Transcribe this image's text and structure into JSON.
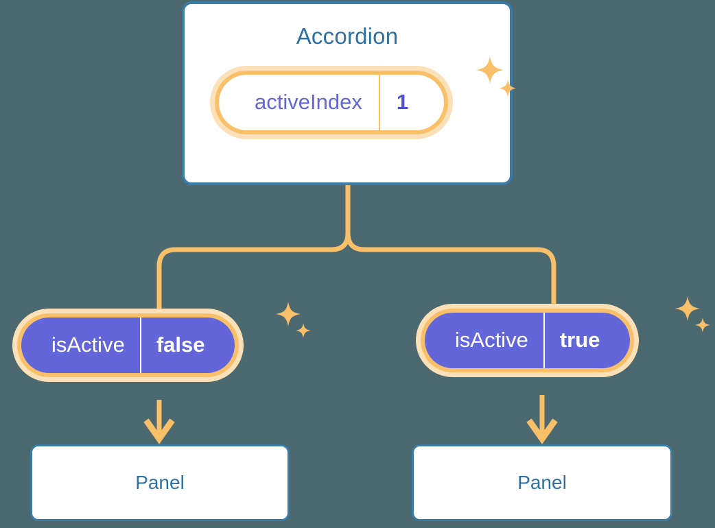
{
  "diagram": {
    "title_present": false,
    "background_color": "#4d6970",
    "accent_orange": "#f9c069",
    "accent_glow": "#fbe0b8",
    "accent_purple": "#6366d8",
    "accent_blue": "#3a7ca8",
    "text_blue": "#2e71a0"
  },
  "root": {
    "component_name": "Accordion",
    "state": {
      "key": "activeIndex",
      "value": "1"
    },
    "sparkle_icon": "sparkles-icon"
  },
  "children": [
    {
      "id": "left",
      "state": {
        "key": "isActive",
        "value": "false"
      },
      "sparkle_icon": "sparkles-icon",
      "arrow_icon": "arrow-down-icon",
      "panel": {
        "label": "Panel"
      }
    },
    {
      "id": "right",
      "state": {
        "key": "isActive",
        "value": "true"
      },
      "sparkle_icon": "sparkles-icon",
      "arrow_icon": "arrow-down-icon",
      "panel": {
        "label": "Panel"
      }
    }
  ]
}
